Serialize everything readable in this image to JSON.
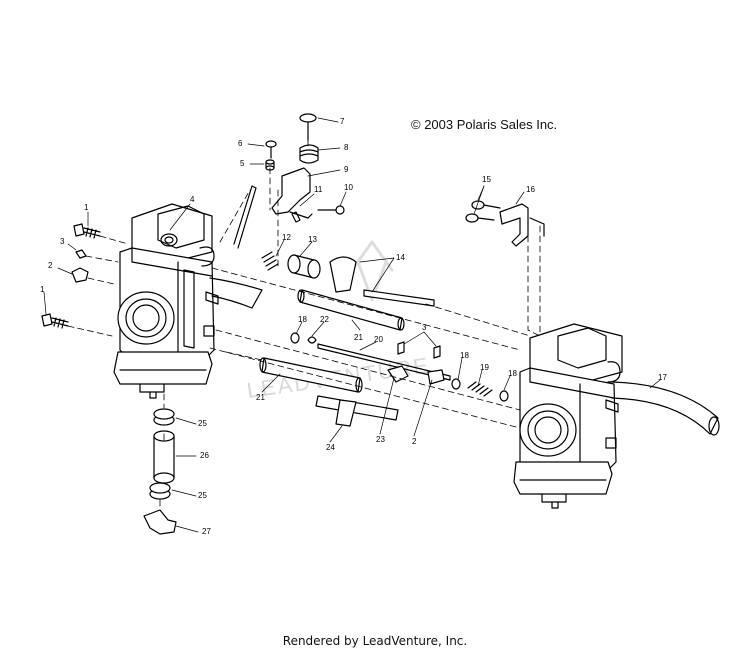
{
  "copyright": "© 2003 Polaris Sales Inc.",
  "footer": "Rendered by LeadVenture, Inc.",
  "watermark": "LEADVENTURE",
  "callouts": [
    "1",
    "3",
    "2",
    "1",
    "4",
    "6",
    "5",
    "7",
    "8",
    "9",
    "11",
    "10",
    "12",
    "13",
    "14",
    "15",
    "16",
    "18",
    "22",
    "21",
    "20",
    "3",
    "21",
    "18",
    "19",
    "18",
    "17",
    "25",
    "26",
    "25",
    "27",
    "24",
    "23",
    "2"
  ]
}
